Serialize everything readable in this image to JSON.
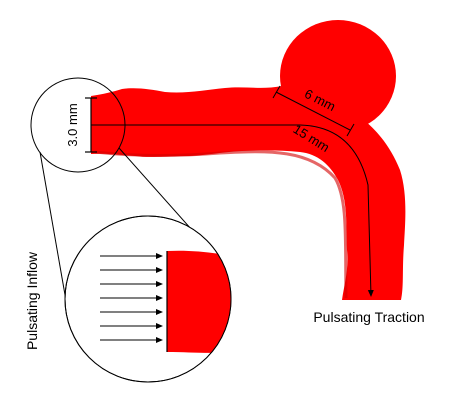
{
  "labels": {
    "diameter": "3.0 mm",
    "aneurysm_neck": "6 mm",
    "centerline_length": "15 mm",
    "inflow": "Pulsating Inflow",
    "outflow": "Pulsating Traction"
  },
  "colors": {
    "vessel": "#ff0000",
    "vessel_shadow": "#d40000",
    "line": "#000000",
    "background": "#ffffff"
  }
}
